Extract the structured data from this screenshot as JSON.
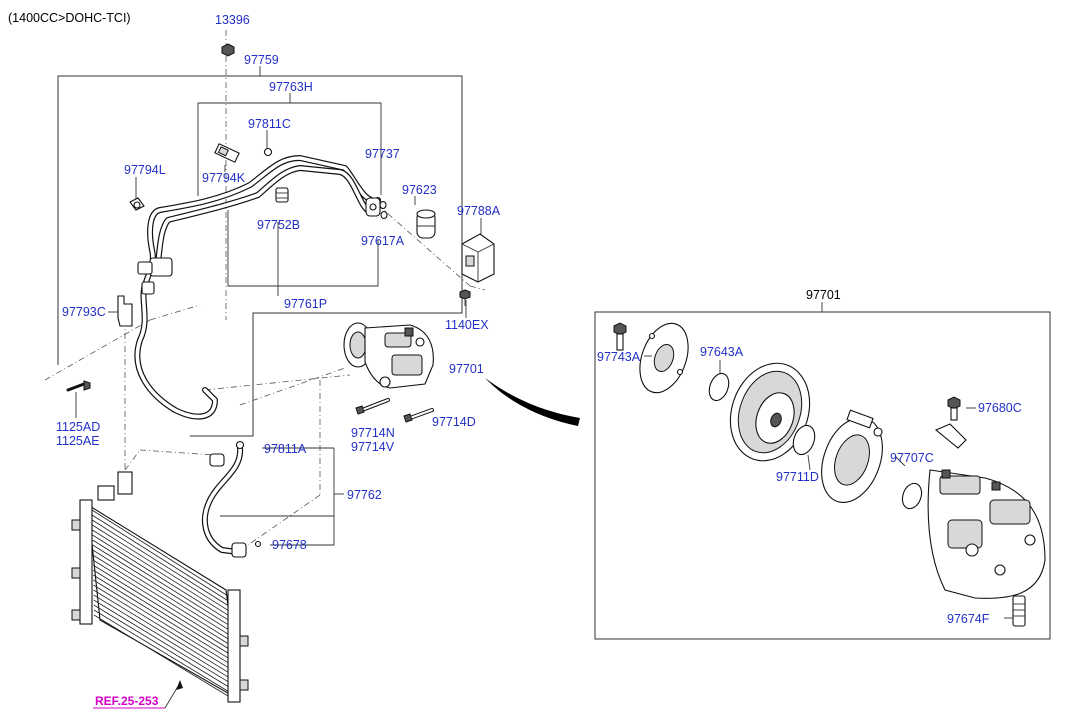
{
  "header": {
    "engine_note": "(1400CC>DOHC-TCI)"
  },
  "reference": {
    "label": "REF.25-253"
  },
  "parts": {
    "p13396": "13396",
    "p97759": "97759",
    "p97763H": "97763H",
    "p97811C": "97811C",
    "p97737": "97737",
    "p97794L": "97794L",
    "p97794K": "97794K",
    "p97623": "97623",
    "p97788A": "97788A",
    "p97752B": "97752B",
    "p97617A": "97617A",
    "p97761P": "97761P",
    "p97793C": "97793C",
    "p1140EX": "1140EX",
    "p97701_main": "97701",
    "p1125AD": "1125AD",
    "p1125AE": "1125AE",
    "p97714N": "97714N",
    "p97714V": "97714V",
    "p97714D": "97714D",
    "p97811A": "97811A",
    "p97762": "97762",
    "p97678": "97678"
  },
  "detail": {
    "title": "97701",
    "parts": {
      "p97743A": "97743A",
      "p97643A": "97643A",
      "p97680C": "97680C",
      "p97711D": "97711D",
      "p97707C": "97707C",
      "p97674F": "97674F"
    }
  },
  "colors": {
    "part_label": "#2230c8",
    "reference_link": "#d400c8",
    "header_text": "#000000",
    "linework": "#111111"
  }
}
